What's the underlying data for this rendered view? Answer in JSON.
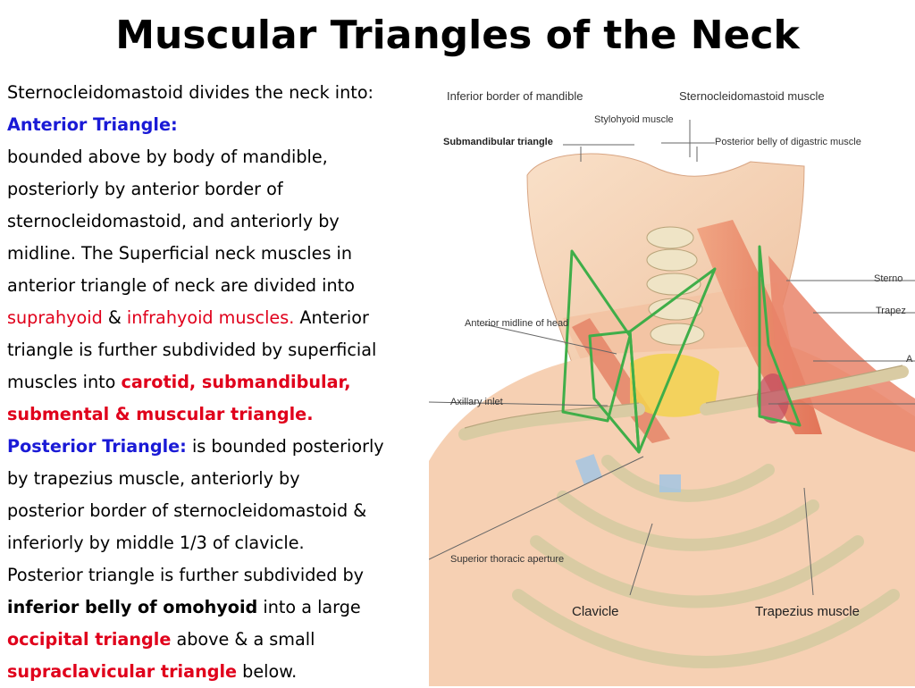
{
  "title": "Muscular Triangles of the Neck",
  "body": {
    "l1": "Sternocleidomastoid divides the neck into:",
    "l2": "Anterior Triangle:",
    "l3": "bounded above by body of mandible,",
    "l4": "posteriorly by anterior border of",
    "l5": "sternocleidomastoid, and anteriorly by",
    "l6": "midline. The Superficial neck muscles in",
    "l7": "anterior triangle of neck are divided into",
    "l8a": "suprahyoid",
    "l8b": " & ",
    "l8c": "infrahyoid muscles.",
    "l8d": " Anterior",
    "l9": "triangle is further subdivided by superficial",
    "l10a": "muscles into ",
    "l10b": "carotid, submandibular,",
    "l11": "submental & muscular triangle.",
    "l12a": "Posterior Triangle:",
    "l12b": " is bounded posteriorly",
    "l13": "by trapezius muscle, anteriorly by",
    "l14": "posterior border of sternocleidomastoid &",
    "l15": "inferiorly by middle 1/3 of clavicle.",
    "l16": "Posterior triangle is further subdivided by",
    "l17a": "inferior belly of omohyoid",
    "l17b": " into a large",
    "l18a": "occipital triangle",
    "l18b": " above & a small",
    "l19a": "supraclavicular triangle",
    "l19b": " below."
  },
  "figure": {
    "labels": {
      "inferior_border_mandible": "Inferior border of mandible",
      "sternocleidomastoid_muscle": "Sternocleidomastoid muscle",
      "stylohyoid_muscle": "Stylohyoid muscle",
      "submandibular_triangle": "Submandibular triangle",
      "posterior_belly_digastric": "Posterior belly of digastric muscle",
      "sterno_partial": "Sterno",
      "trapez_partial": "Trapez",
      "a_partial": "A",
      "anterior_midline_head": "Anterior midline of head",
      "axillary_inlet": "Axillary inlet",
      "superior_thoracic_aperture": "Superior thoracic aperture",
      "clavicle": "Clavicle",
      "trapezius_muscle": "Trapezius muscle"
    }
  },
  "colors": {
    "text_blue": "#1a1ad6",
    "text_red": "#e0001b",
    "triangle_outline": "#3fae49",
    "muscle": "#e77a5c",
    "skin": "#f6d3b6",
    "bone": "#ece1c0"
  }
}
